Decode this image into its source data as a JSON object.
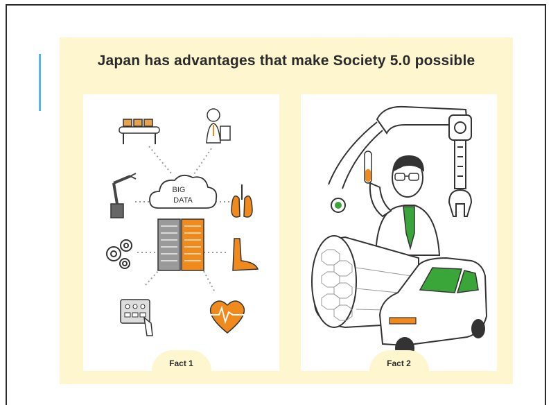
{
  "title": "Japan has advantages that make Society 5.0 possible",
  "cloud": {
    "line1": "BIG",
    "line2": "DATA"
  },
  "facts": [
    {
      "label": "Fact 1"
    },
    {
      "label": "Fact 2"
    }
  ],
  "colors": {
    "panel": "#fdf6cf",
    "accent": "#5ab4e6",
    "orange": "#f08a1d",
    "green": "#3aa63a"
  }
}
